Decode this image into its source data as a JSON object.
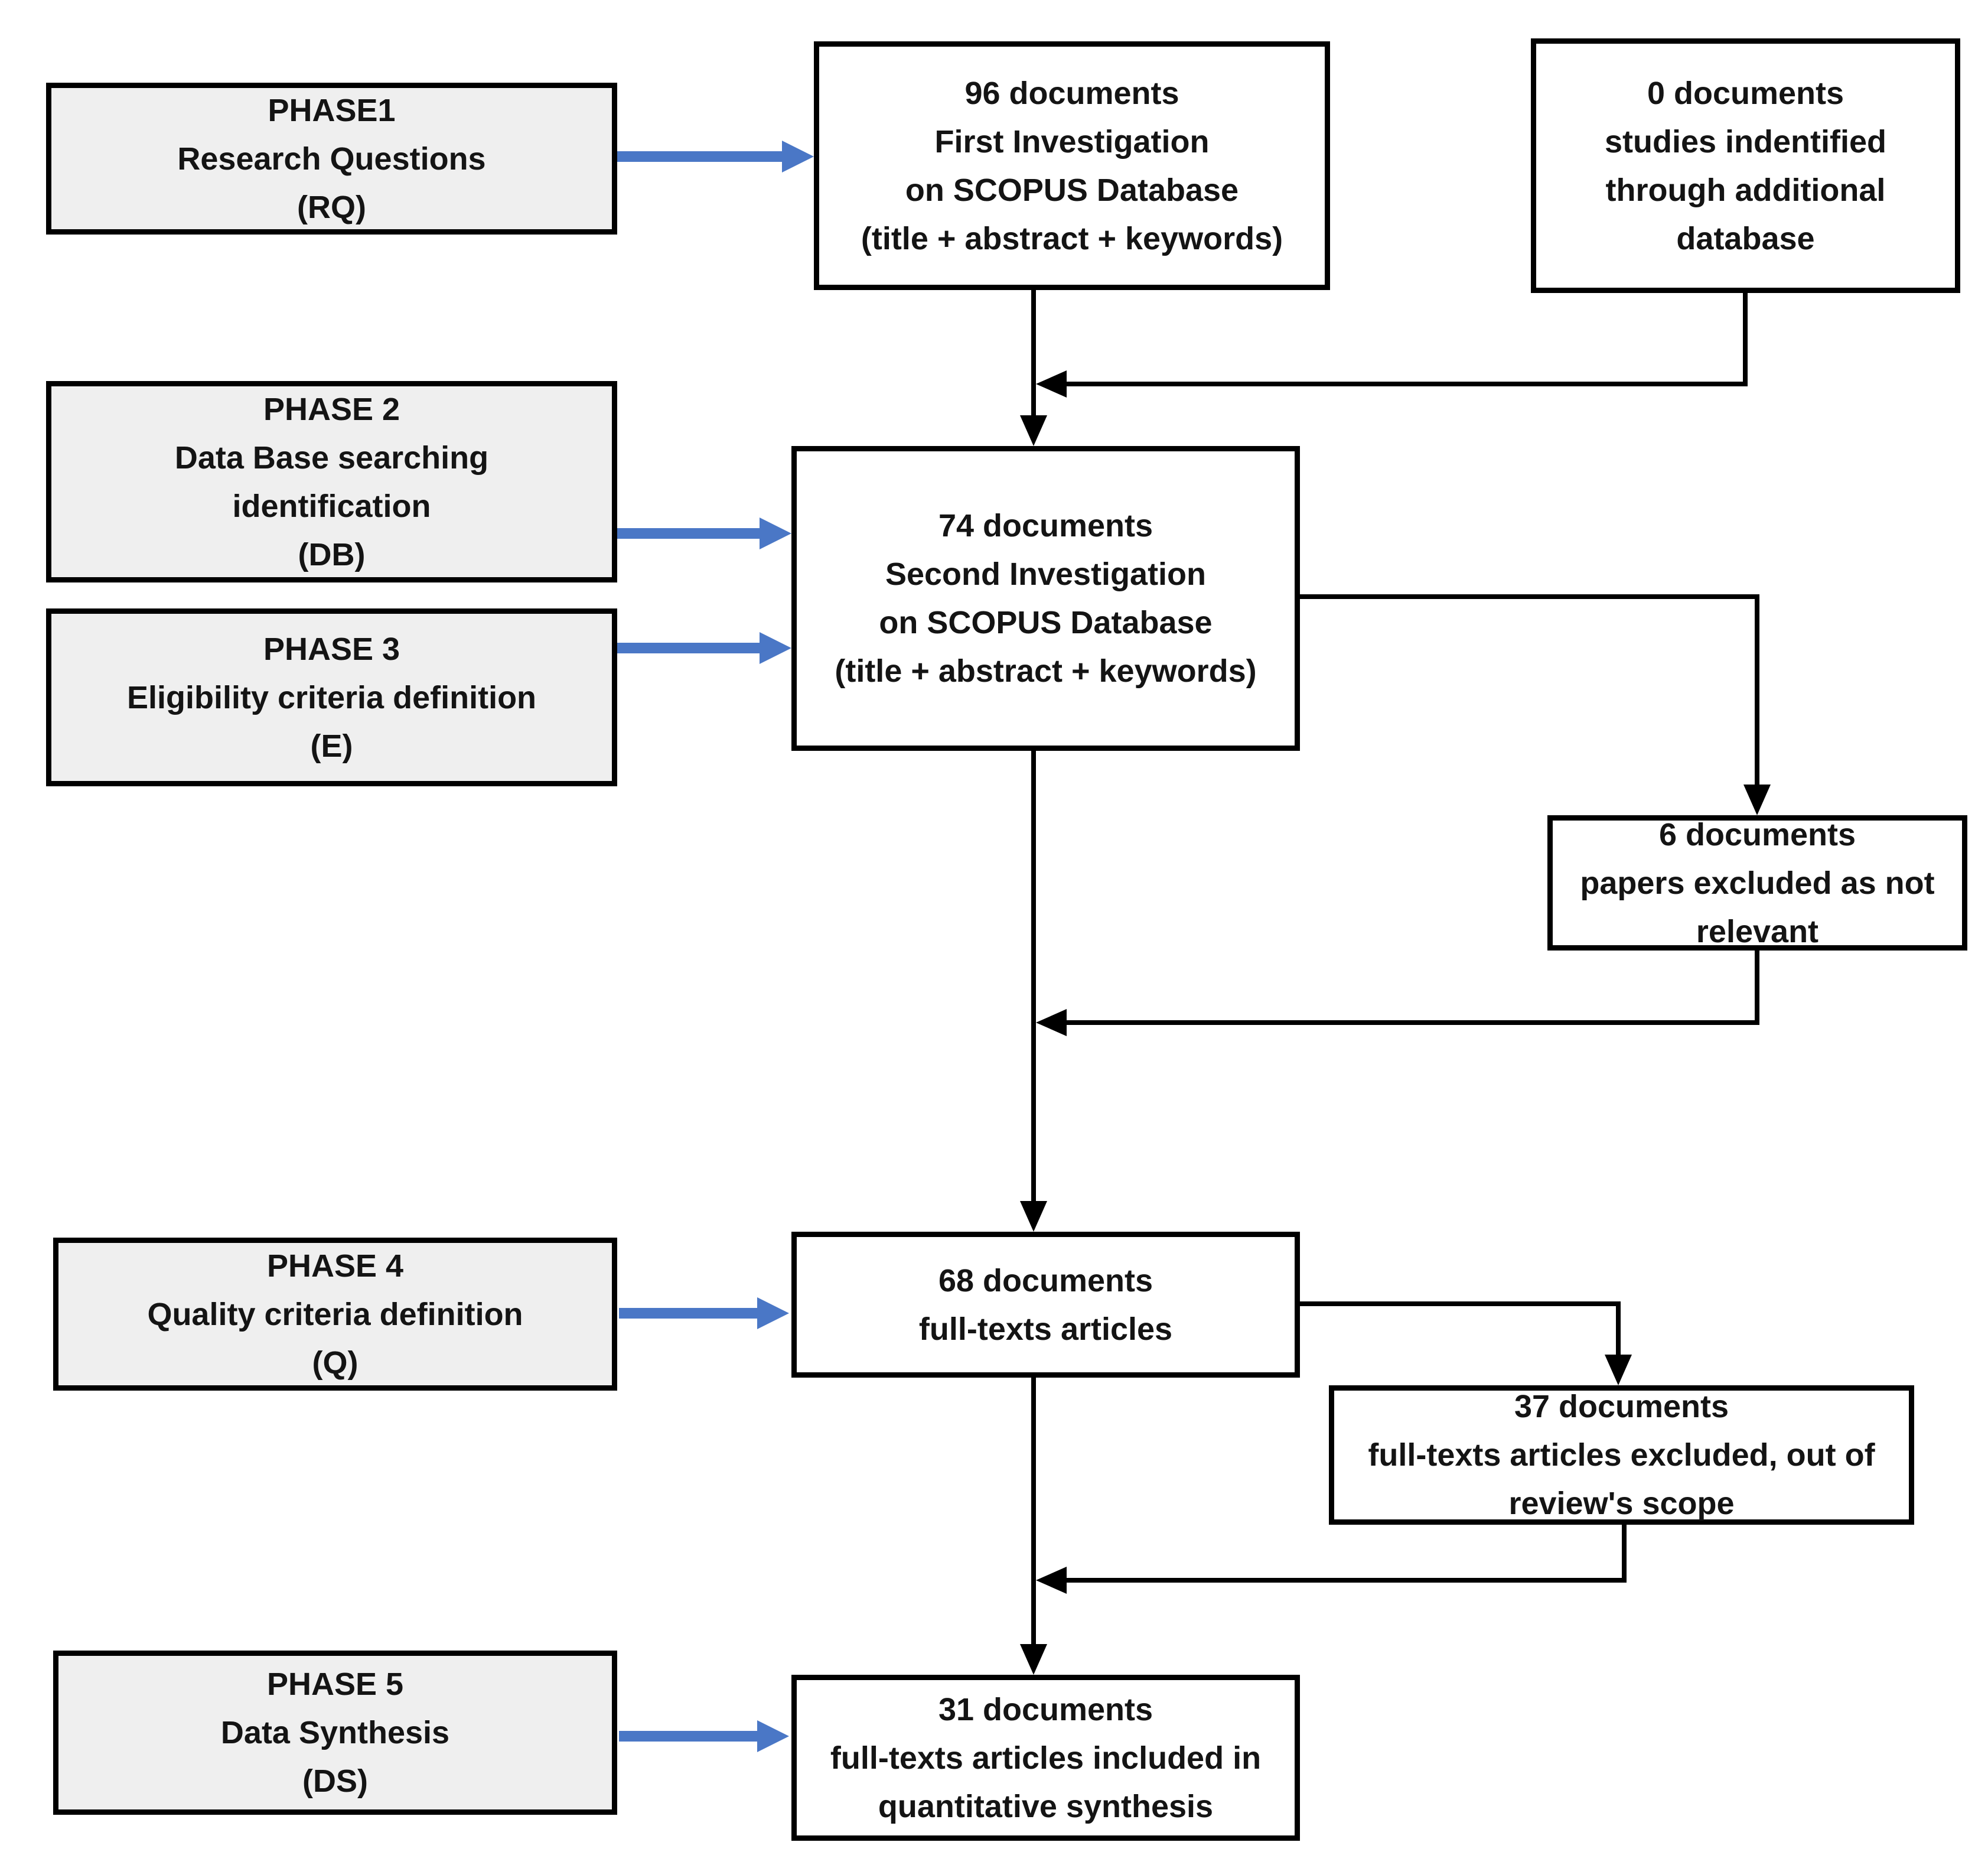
{
  "diagram": {
    "title": "Systematic review phase flowchart",
    "colors": {
      "phase_fill": "#efefef",
      "box_fill": "#ffffff",
      "line_black": "#000000",
      "arrow_blue": "#4a77c6"
    },
    "nodes": {
      "phase1": {
        "text": "PHASE1\nResearch Questions\n(RQ)"
      },
      "phase2": {
        "text": "PHASE 2\nData Base searching\nidentification\n(DB)"
      },
      "phase3": {
        "text": "PHASE 3\nEligibility criteria definition\n(E)"
      },
      "phase4": {
        "text": "PHASE 4\nQuality criteria definition\n(Q)"
      },
      "phase5": {
        "text": "PHASE 5\nData Synthesis\n(DS)"
      },
      "doc96": {
        "count": "96",
        "text": "96 documents\nFirst Investigation\non SCOPUS Database\n(title + abstract + keywords)"
      },
      "doc0": {
        "count": "0",
        "text": "0 documents\nstudies indentified\nthrough additional\ndatabase"
      },
      "doc74": {
        "count": "74",
        "text": "74 documents\nSecond Investigation\non SCOPUS Database\n(title + abstract + keywords)"
      },
      "doc6": {
        "count": "6",
        "text": "6 documents\npapers excluded as not\nrelevant"
      },
      "doc68": {
        "count": "68",
        "text": "68 documents\nfull-texts articles"
      },
      "doc37": {
        "count": "37",
        "text": "37 documents\nfull-texts articles excluded, out of\nreview's scope"
      },
      "doc31": {
        "count": "31",
        "text": "31 documents\nfull-texts articles included in\nquantitative synthesis"
      }
    },
    "edges": [
      {
        "from": "phase1",
        "to": "doc96",
        "style": "blue-arrow"
      },
      {
        "from": "phase2",
        "to": "doc74",
        "style": "blue-arrow"
      },
      {
        "from": "phase3",
        "to": "doc74",
        "style": "blue-arrow"
      },
      {
        "from": "phase4",
        "to": "doc68",
        "style": "blue-arrow"
      },
      {
        "from": "phase5",
        "to": "doc31",
        "style": "blue-arrow"
      },
      {
        "from": "doc96",
        "to": "doc74",
        "style": "black-arrow"
      },
      {
        "from": "doc0",
        "to": "doc96-doc74-line",
        "style": "black-arrow"
      },
      {
        "from": "doc74",
        "to": "doc6",
        "style": "black-arrow"
      },
      {
        "from": "doc6",
        "to": "doc74-doc68-line",
        "style": "black-arrow"
      },
      {
        "from": "doc74",
        "to": "doc68",
        "style": "black-arrow"
      },
      {
        "from": "doc68",
        "to": "doc37",
        "style": "black-arrow"
      },
      {
        "from": "doc37",
        "to": "doc68-doc31-line",
        "style": "black-arrow"
      },
      {
        "from": "doc68",
        "to": "doc31",
        "style": "black-arrow"
      }
    ]
  }
}
